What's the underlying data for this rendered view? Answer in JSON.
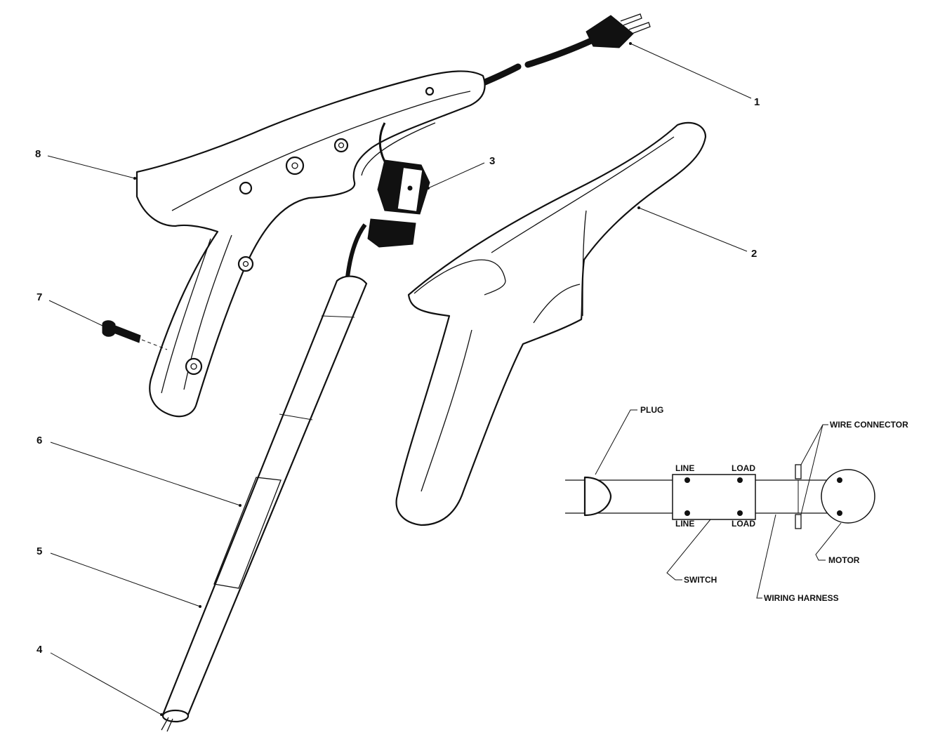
{
  "parts_diagram": {
    "callouts": [
      {
        "id": "1",
        "label": "1"
      },
      {
        "id": "2",
        "label": "2"
      },
      {
        "id": "3",
        "label": "3"
      },
      {
        "id": "4",
        "label": "4"
      },
      {
        "id": "5",
        "label": "5"
      },
      {
        "id": "6",
        "label": "6"
      },
      {
        "id": "7",
        "label": "7"
      },
      {
        "id": "8",
        "label": "8"
      }
    ]
  },
  "wiring_schematic": {
    "plug": "PLUG",
    "wire_connector": "WIRE CONNECTOR",
    "line_top": "LINE",
    "load_top": "LOAD",
    "line_bottom": "LINE",
    "load_bottom": "LOAD",
    "switch": "SWITCH",
    "wiring_harness": "WIRING HARNESS",
    "motor": "MOTOR"
  }
}
